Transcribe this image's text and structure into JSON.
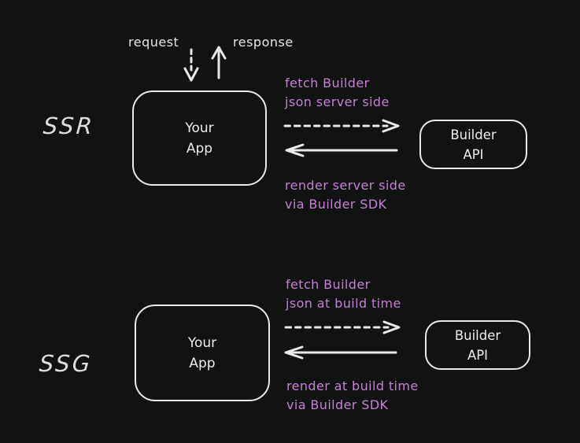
{
  "page": {
    "background": "#111312",
    "stroke_color": "#e9e9e9",
    "accent_color": "#c77ed8",
    "label_color": "#dcdcdc"
  },
  "icons": {
    "request_arrow": "dashed-arrow-down-icon",
    "response_arrow": "solid-arrow-up-icon",
    "fetch_arrow": "dashed-arrow-right-icon",
    "render_arrow": "solid-arrow-left-icon"
  },
  "ssr": {
    "label": "SSR",
    "request_label": "request",
    "response_label": "response",
    "app_box": {
      "line1": "Your",
      "line2": "App"
    },
    "api_box": {
      "line1": "Builder",
      "line2": "API"
    },
    "fetch_line1": "fetch Builder",
    "fetch_line2": "json server side",
    "render_line1": "render server side",
    "render_line2": "via Builder SDK"
  },
  "ssg": {
    "label": "SSG",
    "app_box": {
      "line1": "Your",
      "line2": "App"
    },
    "api_box": {
      "line1": "Builder",
      "line2": "API"
    },
    "fetch_line1": "fetch Builder",
    "fetch_line2": "json at build time",
    "render_line1": "render at build time",
    "render_line2": "via Builder SDK"
  }
}
